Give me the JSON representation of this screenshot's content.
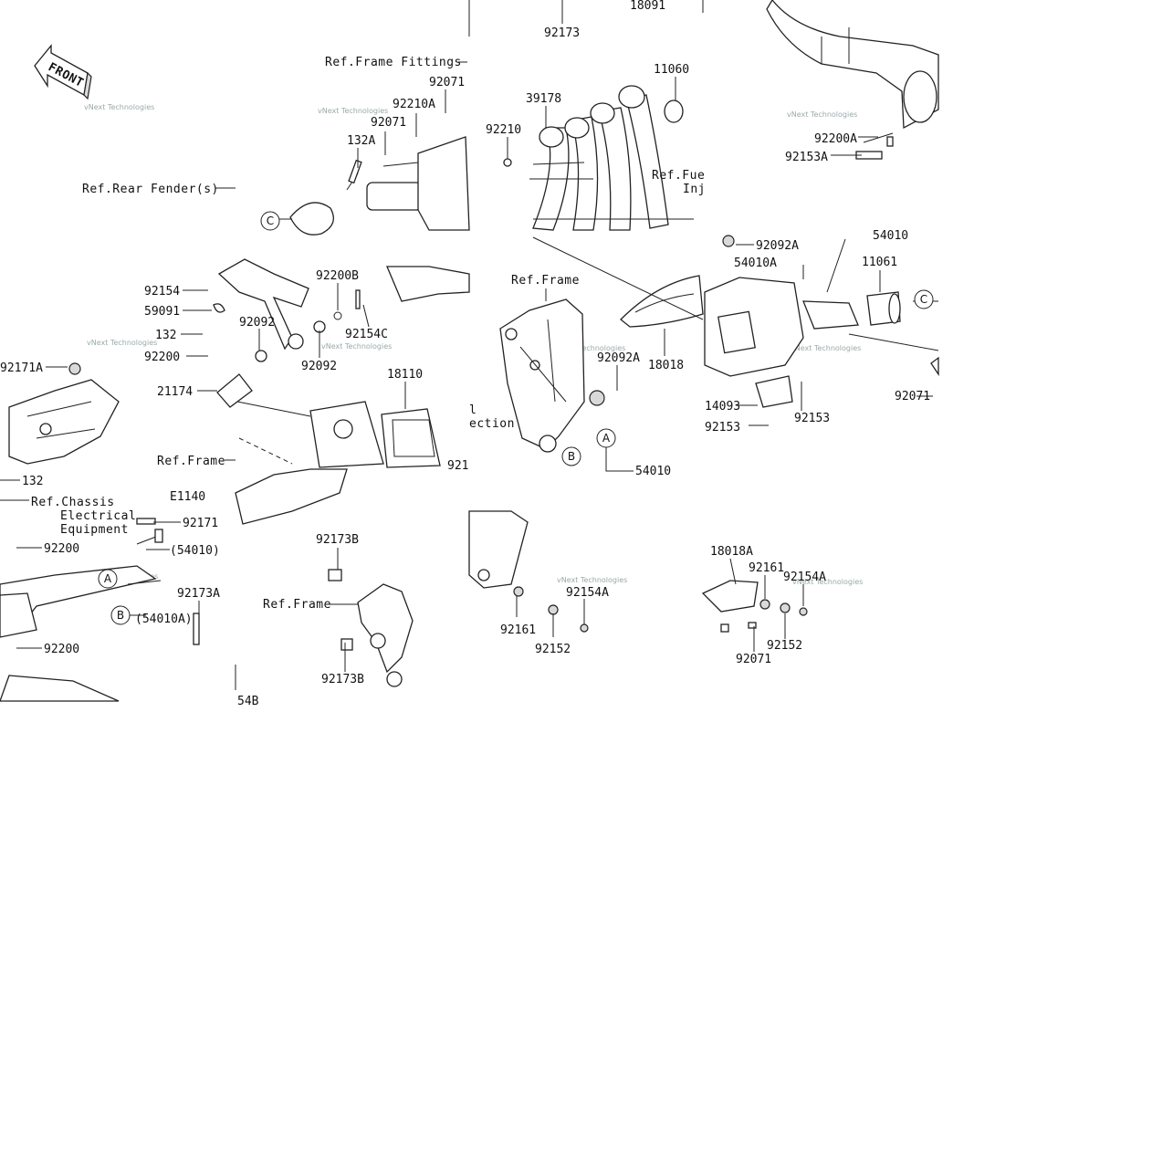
{
  "front_arrow": "FRONT",
  "watermark": "vNext Technologies",
  "labels": [
    {
      "id": "l1",
      "text": "92173"
    },
    {
      "id": "l2",
      "text": "18091"
    },
    {
      "id": "l3",
      "text": "Ref.Frame Fittings"
    },
    {
      "id": "l4",
      "text": "92071"
    },
    {
      "id": "l5",
      "text": "92210A"
    },
    {
      "id": "l6",
      "text": "92071"
    },
    {
      "id": "l7",
      "text": "132A"
    },
    {
      "id": "l8",
      "text": "Ref.Rear Fender(s)"
    },
    {
      "id": "l9",
      "text": "11060"
    },
    {
      "id": "l10",
      "text": "39178"
    },
    {
      "id": "l11",
      "text": "92210"
    },
    {
      "id": "l12",
      "text": "Ref.Fue"
    },
    {
      "id": "l13",
      "text": "Inj"
    },
    {
      "id": "l14",
      "text": "92200A"
    },
    {
      "id": "l15",
      "text": "92153A"
    },
    {
      "id": "l16",
      "text": "92092A"
    },
    {
      "id": "l17",
      "text": "54010"
    },
    {
      "id": "l18",
      "text": "54010A"
    },
    {
      "id": "l19",
      "text": "11061"
    },
    {
      "id": "l20",
      "text": "92154"
    },
    {
      "id": "l21",
      "text": "92200B"
    },
    {
      "id": "l22",
      "text": "59091"
    },
    {
      "id": "l23",
      "text": "92092"
    },
    {
      "id": "l24",
      "text": "92154C"
    },
    {
      "id": "l25",
      "text": "132"
    },
    {
      "id": "l26",
      "text": "92200"
    },
    {
      "id": "l27",
      "text": "92092"
    },
    {
      "id": "l28",
      "text": "92171A"
    },
    {
      "id": "l29",
      "text": "21174"
    },
    {
      "id": "l30",
      "text": "18110"
    },
    {
      "id": "l31",
      "text": "Ref.Frame"
    },
    {
      "id": "l32",
      "text": "18018"
    },
    {
      "id": "l33",
      "text": "92092A"
    },
    {
      "id": "l34",
      "text": "14093"
    },
    {
      "id": "l35",
      "text": "92153"
    },
    {
      "id": "l36",
      "text": "92153"
    },
    {
      "id": "l37",
      "text": "92071"
    },
    {
      "id": "l38",
      "text": "Ref.Frame"
    },
    {
      "id": "l39",
      "text": "54010"
    },
    {
      "id": "l40",
      "text": "132"
    },
    {
      "id": "l41",
      "text": "Ref.Chassis"
    },
    {
      "id": "l42",
      "text": "Electrical"
    },
    {
      "id": "l43",
      "text": "Equipment"
    },
    {
      "id": "l44",
      "text": "E1140"
    },
    {
      "id": "l45",
      "text": "92171"
    },
    {
      "id": "l46",
      "text": "92200"
    },
    {
      "id": "l47",
      "text": "(54010)"
    },
    {
      "id": "l48",
      "text": "92173A"
    },
    {
      "id": "l49",
      "text": "(54010A)"
    },
    {
      "id": "l50",
      "text": "92200"
    },
    {
      "id": "l51",
      "text": "54B"
    },
    {
      "id": "l52",
      "text": "92173B"
    },
    {
      "id": "l53",
      "text": "Ref.Frame"
    },
    {
      "id": "l54",
      "text": "92173B"
    },
    {
      "id": "l55",
      "text": "92154A"
    },
    {
      "id": "l56",
      "text": "92161"
    },
    {
      "id": "l57",
      "text": "92152"
    },
    {
      "id": "l58",
      "text": "18018A"
    },
    {
      "id": "l59",
      "text": "92161"
    },
    {
      "id": "l60",
      "text": "92154A"
    },
    {
      "id": "l61",
      "text": "92152"
    },
    {
      "id": "l62",
      "text": "92071"
    },
    {
      "id": "l63",
      "text": "l"
    },
    {
      "id": "l64",
      "text": "ection"
    },
    {
      "id": "l65",
      "text": "921"
    }
  ],
  "callouts": [
    {
      "id": "c1",
      "text": "C"
    },
    {
      "id": "c2",
      "text": "C"
    },
    {
      "id": "c3",
      "text": "A"
    },
    {
      "id": "c4",
      "text": "B"
    },
    {
      "id": "c5",
      "text": "A"
    },
    {
      "id": "c6",
      "text": "B"
    }
  ]
}
